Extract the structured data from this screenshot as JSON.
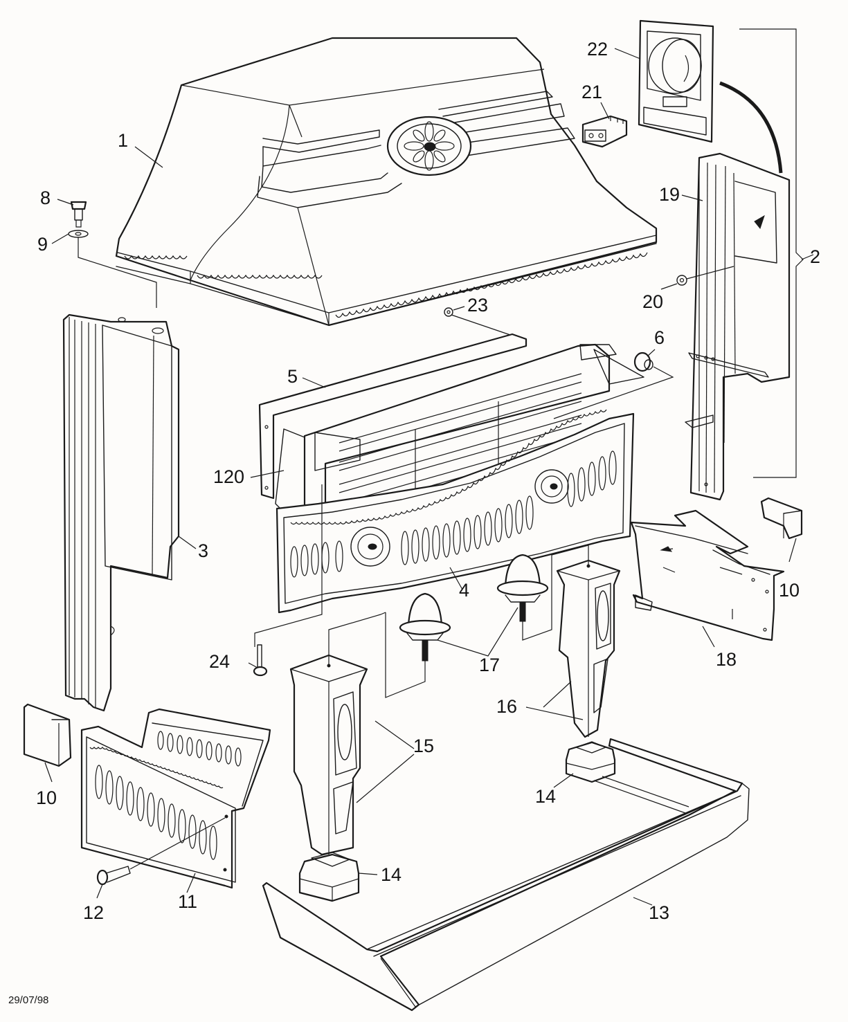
{
  "diagram": {
    "type": "exploded parts diagram",
    "subject": "stove / fireplace assembly",
    "date_stamp": "29/07/98",
    "callouts": [
      {
        "id": "1",
        "part": "hood / canopy with rosette"
      },
      {
        "id": "2",
        "part": "control assembly (bracket group: 19, 20, 21, 22)"
      },
      {
        "id": "3",
        "part": "left side panel"
      },
      {
        "id": "4",
        "part": "decorative front fret with rosettes"
      },
      {
        "id": "5",
        "part": "burner / fascia rail"
      },
      {
        "id": "6",
        "part": "knob / grommet"
      },
      {
        "id": "8",
        "part": "bolt"
      },
      {
        "id": "9",
        "part": "washer"
      },
      {
        "id": "10",
        "part": "corner clip"
      },
      {
        "id": "10",
        "part": "corner clip (right)"
      },
      {
        "id": "11",
        "part": "side vent panel"
      },
      {
        "id": "12",
        "part": "screw"
      },
      {
        "id": "13",
        "part": "base tray / hearth"
      },
      {
        "id": "14",
        "part": "leg foot"
      },
      {
        "id": "14",
        "part": "leg foot (right)"
      },
      {
        "id": "15",
        "part": "left leg pillar"
      },
      {
        "id": "16",
        "part": "right leg pillar"
      },
      {
        "id": "17",
        "part": "finial knobs"
      },
      {
        "id": "18",
        "part": "rear mounting bracket"
      },
      {
        "id": "19",
        "part": "control bracket"
      },
      {
        "id": "20",
        "part": "washer"
      },
      {
        "id": "21",
        "part": "rocker switch"
      },
      {
        "id": "22",
        "part": "control panel / dial plate"
      },
      {
        "id": "23",
        "part": "nut"
      },
      {
        "id": "24",
        "part": "screw"
      },
      {
        "id": "120",
        "part": "end bracket"
      }
    ]
  }
}
